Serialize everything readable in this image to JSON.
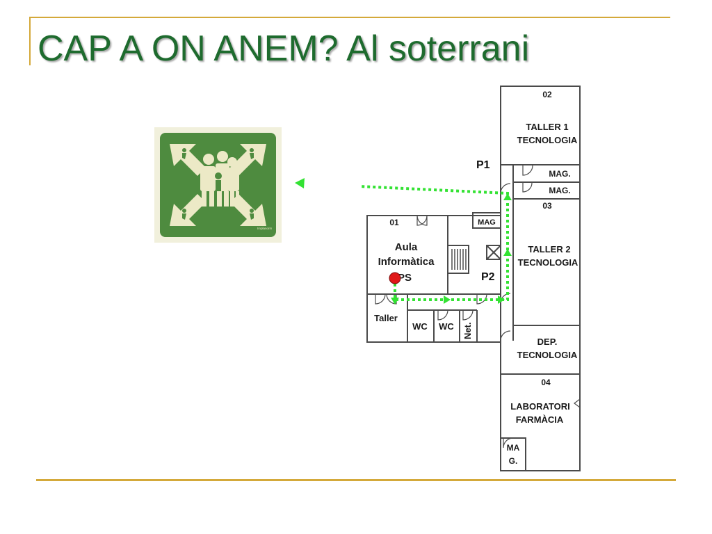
{
  "slide": {
    "title": "CAP A ON ANEM? Al soterrani"
  },
  "colors": {
    "title": "#1e6b2e",
    "rule": "#d4a93a",
    "route": "#33e233",
    "sign_green": "#4e8b3f",
    "sign_figure": "#ece9c6",
    "marker": "#e01818",
    "walls": "#4a4a4a"
  },
  "sign": {
    "icon": "assembly-point-icon",
    "maker_text": "Implanorm"
  },
  "plan": {
    "rooms": {
      "r02_number": "02",
      "r02_name_1": "TALLER 1",
      "r02_name_2": "TECNOLOGIA",
      "mag_1": "MAG.",
      "mag_2": "MAG.",
      "r03_number": "03",
      "r03_name_1": "TALLER 2",
      "r03_name_2": "TECNOLOGIA",
      "mag_3": "MAG",
      "r01_number": "01",
      "r01_name_1": "Aula",
      "r01_name_2": "Informàtica",
      "ps": "PS",
      "taller": "Taller",
      "wc_1": "WC",
      "wc_2": "WC",
      "net": "Net.",
      "dep_1": "DEP.",
      "dep_2": "TECNOLOGIA",
      "r04_number": "04",
      "lab_1": "LABORATORI",
      "lab_2": "FARMÀCIA",
      "mag_4a": "MA",
      "mag_4b": "G."
    },
    "points": {
      "p1": "P1",
      "p2": "P2"
    }
  }
}
